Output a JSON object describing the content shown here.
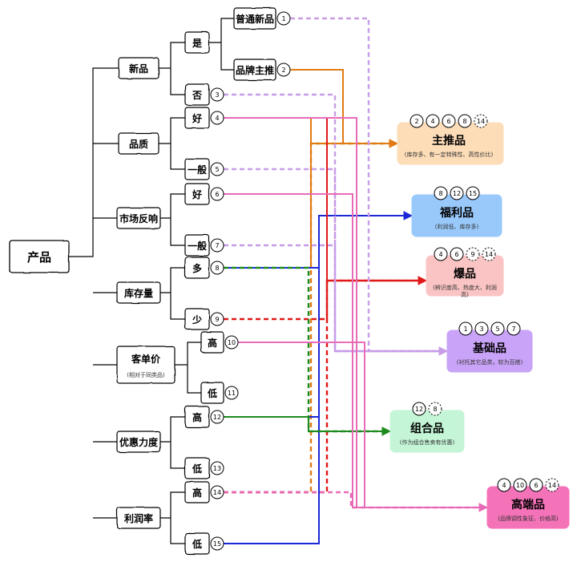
{
  "root": {
    "label": "产品"
  },
  "dimensions": [
    {
      "id": "new",
      "label": "新品"
    },
    {
      "id": "quality",
      "label": "品质"
    },
    {
      "id": "market",
      "label": "市场反响"
    },
    {
      "id": "stock",
      "label": "库存量"
    },
    {
      "id": "price",
      "label": "客单价",
      "note": "(相对于同类品)"
    },
    {
      "id": "discount",
      "label": "优惠力度"
    },
    {
      "id": "profit",
      "label": "利润率"
    }
  ],
  "values": [
    {
      "num": "1",
      "label": "普通新品"
    },
    {
      "num": "2",
      "label": "品牌主推"
    },
    {
      "num": "3",
      "label": "否"
    },
    {
      "num": "4",
      "label": "好"
    },
    {
      "num": "5",
      "label": "一般"
    },
    {
      "num": "6",
      "label": "好"
    },
    {
      "num": "7",
      "label": "一般"
    },
    {
      "num": "8",
      "label": "多"
    },
    {
      "num": "9",
      "label": "少"
    },
    {
      "num": "10",
      "label": "高"
    },
    {
      "num": "11",
      "label": "低"
    },
    {
      "num": "12",
      "label": "高"
    },
    {
      "num": "13",
      "label": "低"
    },
    {
      "num": "14",
      "label": "高"
    },
    {
      "num": "15",
      "label": "低"
    }
  ],
  "sub_value": {
    "label": "是"
  },
  "categories": [
    {
      "id": "main",
      "title": "主推品",
      "desc": [
        "(库存多、有一定特殊性、高性价比)"
      ],
      "color": "#fddcb8",
      "solid": [
        "2",
        "4",
        "6",
        "8"
      ],
      "dashed": [
        "14"
      ]
    },
    {
      "id": "welfare",
      "title": "福利品",
      "desc": [
        "(利润低、库存多)"
      ],
      "color": "#99c9fb",
      "solid": [
        "8",
        "12",
        "15"
      ],
      "dashed": []
    },
    {
      "id": "hot",
      "title": "爆品",
      "desc": [
        "(辨识度高、热度大、利润",
        "高)"
      ],
      "color": "#fbc4c4",
      "solid": [
        "4",
        "6"
      ],
      "dashed": [
        "9",
        "14"
      ]
    },
    {
      "id": "basic",
      "title": "基础品",
      "desc": [
        "(衬托其它品类，较为百搭)"
      ],
      "color": "#c9a3f7",
      "solid": [
        "1",
        "3",
        "5",
        "7"
      ],
      "dashed": []
    },
    {
      "id": "combo",
      "title": "组合品",
      "desc": [
        "(作为组合售卖有优惠)"
      ],
      "color": "#c4f5d6",
      "solid": [
        "12"
      ],
      "dashed": [
        "8"
      ]
    },
    {
      "id": "premium",
      "title": "高端品",
      "desc": [
        "(品牌调性象征、价格高)"
      ],
      "color": "#f472b8",
      "solid": [
        "4",
        "10",
        "6"
      ],
      "dashed": [
        "14"
      ]
    }
  ],
  "colors": {
    "main": "#e07b14",
    "welfare": "#1a28d6",
    "hot": "#e01818",
    "basic": "#c89ce8",
    "combo": "#1c8a1c",
    "premium": "#e86bb8"
  }
}
